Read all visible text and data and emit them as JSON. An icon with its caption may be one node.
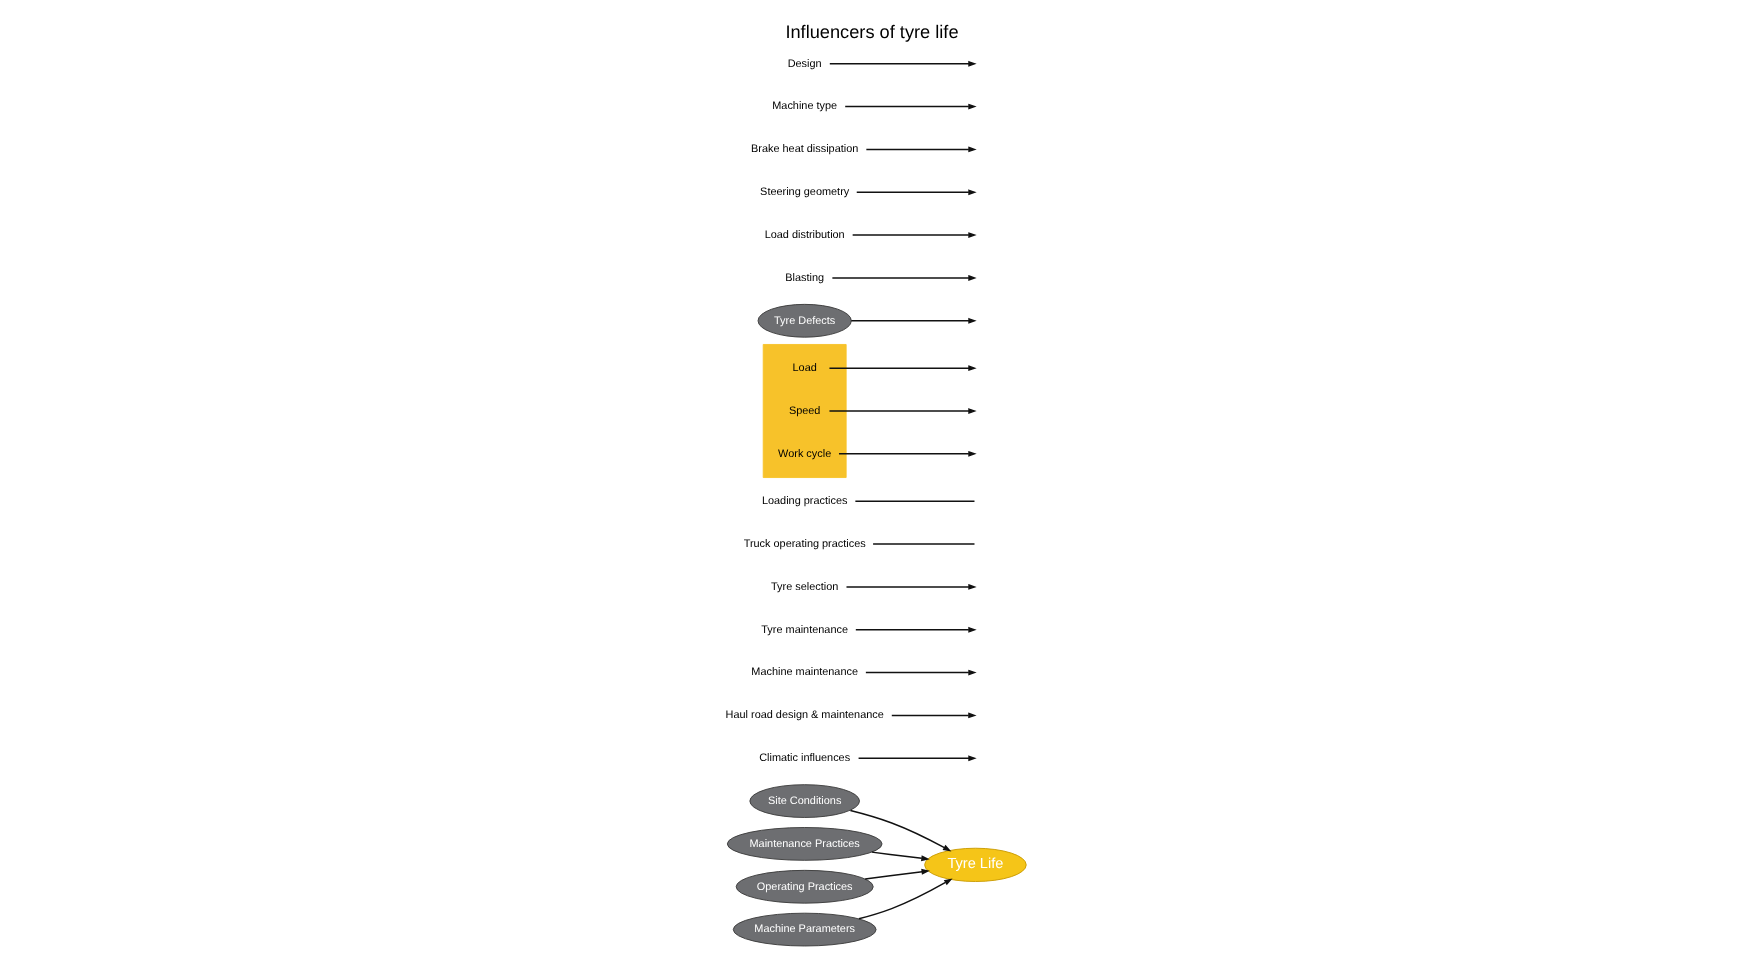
{
  "diagram": {
    "title": "Influencers of tyre life",
    "nodes": [
      {
        "text": [
          "Site Conditions"
        ]
      },
      {
        "text": [
          "Maintenance Practices"
        ]
      },
      {
        "text": [
          "Tyre Life"
        ]
      },
      {
        "text": [
          "Climatic influences"
        ]
      },
      {
        "text": [
          "Haul road design & maintenance"
        ]
      },
      {
        "text": [
          "Machine maintenance"
        ]
      },
      {
        "text": [
          "Tyre maintenance"
        ]
      },
      {
        "text": [
          "Tyre selection"
        ]
      },
      {
        "text": [
          "Truck operating practices"
        ]
      },
      {
        "text": [
          "Loading practices"
        ]
      },
      {
        "text": [],
        "shape": "box"
      },
      {
        "text": [
          "Load"
        ],
        "in": 10
      },
      {
        "text": [
          "Speed"
        ],
        "in": 10
      },
      {
        "text": [
          "Work cycle"
        ],
        "in": 10
      },
      {
        "text": [
          "Tyre Defects"
        ]
      },
      {
        "text": [
          "Blasting"
        ]
      },
      {
        "text": [
          "Load distribution"
        ]
      },
      {
        "text": [
          "Steering geometry"
        ]
      },
      {
        "text": [
          "Brake heat dissipation"
        ]
      },
      {
        "text": [
          "Machine type"
        ]
      },
      {
        "text": [
          "Design"
        ]
      },
      {
        "text": [
          "Operating Practices"
        ]
      },
      {
        "text": [
          "Machine Parameters"
        ]
      }
    ],
    "edges": [
      {
        "from": 0,
        "to": 2,
        "arrow": "to"
      },
      {
        "from": 1,
        "to": 2,
        "arrow": "to"
      },
      {
        "from": 21,
        "to": 2,
        "arrow": "to"
      },
      {
        "from": 22,
        "to": 2,
        "arrow": "to"
      },
      {
        "from": 14,
        "to": null,
        "arrow": "to"
      },
      {
        "from": 3,
        "to": null,
        "arrow": "to"
      },
      {
        "from": 4,
        "to": null,
        "arrow": "to"
      },
      {
        "from": 5,
        "to": null,
        "arrow": "to"
      },
      {
        "from": 6,
        "to": null,
        "arrow": "to"
      },
      {
        "from": 7,
        "to": null,
        "arrow": "to"
      },
      {
        "from": 8,
        "to": null,
        "arrow": "none"
      },
      {
        "from": 9,
        "to": null,
        "arrow": "none"
      },
      {
        "from": 11,
        "to": null,
        "arrow": "to"
      },
      {
        "from": 12,
        "to": null,
        "arrow": "to"
      },
      {
        "from": 13,
        "to": null,
        "arrow": "to"
      },
      {
        "from": 15,
        "to": null,
        "arrow": "to"
      },
      {
        "from": 16,
        "to": null,
        "arrow": "to"
      },
      {
        "from": 17,
        "to": null,
        "arrow": "to"
      },
      {
        "from": 18,
        "to": null,
        "arrow": "to"
      },
      {
        "from": 19,
        "to": null,
        "arrow": "to"
      },
      {
        "from": 20,
        "to": null,
        "arrow": "to"
      }
    ]
  }
}
